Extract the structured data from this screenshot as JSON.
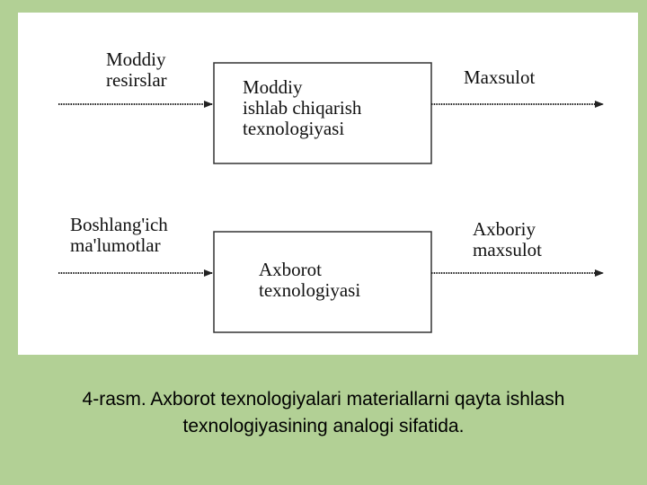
{
  "diagram": {
    "top": {
      "input_label": "Moddiy\nresirslar",
      "process_label": "Moddiy\nishlab chiqarish\ntexnologiyasi",
      "output_label": "Maxsulot"
    },
    "bottom": {
      "input_label": "Boshlang'ich\nma'lumotlar",
      "process_label": "Axborot\ntexnologiyasi",
      "output_label": "Axboriy\nmaxsulot"
    }
  },
  "caption": "4-rasm. Axborot texnologiyalari materiallarni qayta ishlash\ntexnologiyasining analogi sifatida.",
  "colors": {
    "background": "#b2d095",
    "panel": "#ffffff",
    "line": "#222222"
  }
}
